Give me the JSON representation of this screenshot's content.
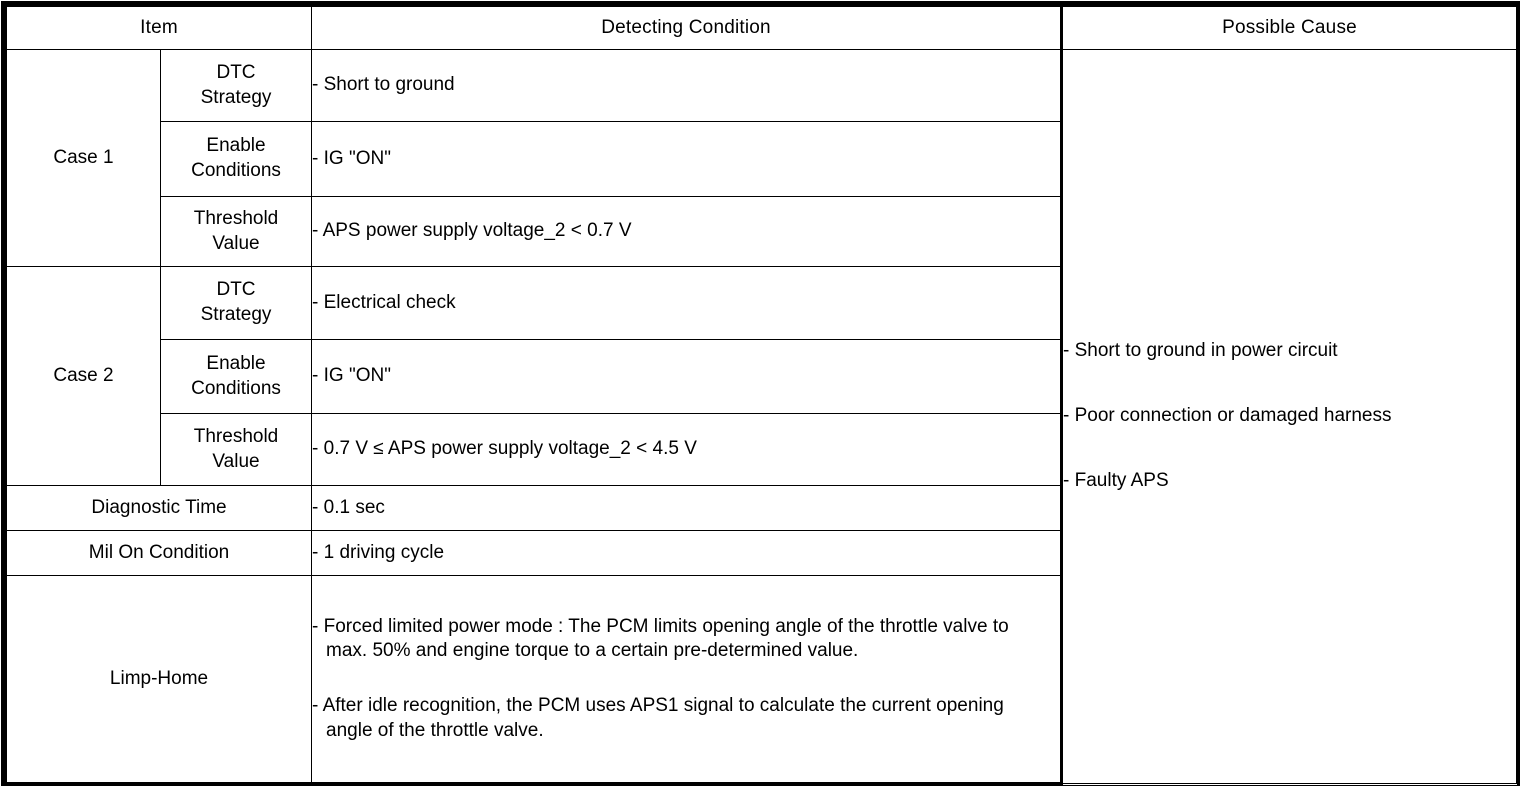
{
  "table": {
    "headers": {
      "item": "Item",
      "detecting_condition": "Detecting Condition",
      "possible_cause": "Possible Cause"
    },
    "cases": [
      {
        "label": "Case 1",
        "rows": [
          {
            "sub_label_line1": "DTC",
            "sub_label_line2": "Strategy",
            "condition": "- Short to ground"
          },
          {
            "sub_label_line1": "Enable",
            "sub_label_line2": "Conditions",
            "condition": "- IG \"ON\""
          },
          {
            "sub_label_line1": "Threshold",
            "sub_label_line2": "Value",
            "condition": "- APS power supply voltage_2 < 0.7 V"
          }
        ]
      },
      {
        "label": "Case 2",
        "rows": [
          {
            "sub_label_line1": "DTC",
            "sub_label_line2": "Strategy",
            "condition": "- Electrical check"
          },
          {
            "sub_label_line1": "Enable",
            "sub_label_line2": "Conditions",
            "condition": "- IG \"ON\""
          },
          {
            "sub_label_line1": "Threshold",
            "sub_label_line2": "Value",
            "condition": "- 0.7 V ≤ APS power supply voltage_2 < 4.5 V"
          }
        ]
      }
    ],
    "simple_rows": [
      {
        "item": "Diagnostic Time",
        "condition": "- 0.1 sec"
      },
      {
        "item": "Mil On Condition",
        "condition": "- 1 driving cycle"
      }
    ],
    "limp_home": {
      "item": "Limp-Home",
      "paragraphs": [
        "- Forced limited power mode : The PCM limits opening angle of the throttle valve to max. 50% and engine torque to a certain pre-determined value.",
        "- After idle recognition, the PCM uses APS1 signal to calculate the current opening angle of the throttle valve."
      ]
    },
    "possible_causes": [
      "- Short to ground in power circuit",
      "- Poor connection or damaged harness",
      "- Faulty APS"
    ]
  }
}
